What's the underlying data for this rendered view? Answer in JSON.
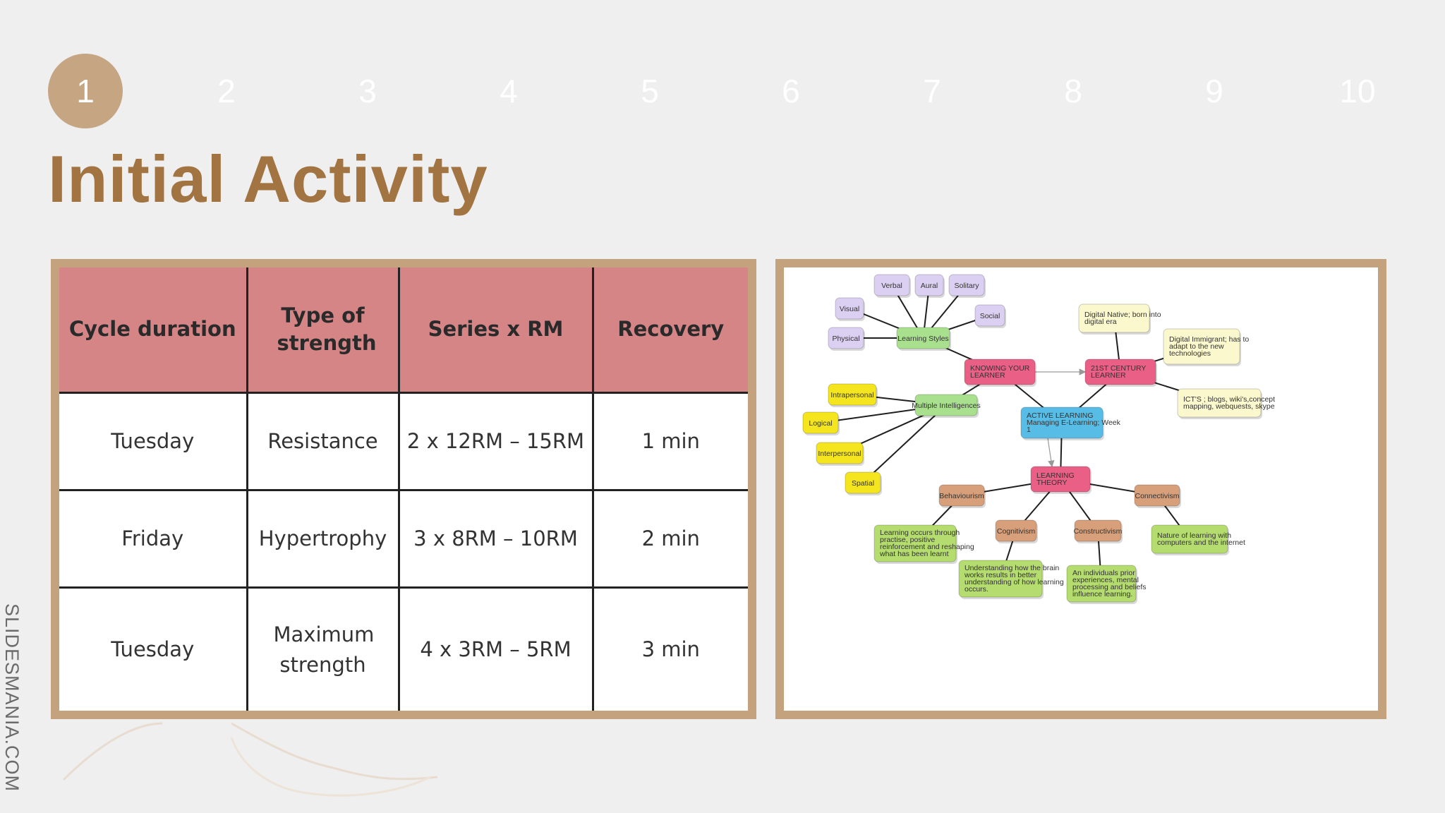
{
  "nav": {
    "items": [
      "1",
      "2",
      "3",
      "4",
      "5",
      "6",
      "7",
      "8",
      "9",
      "10"
    ],
    "active_index": 0
  },
  "title": "Initial Activity",
  "table": {
    "headers": [
      "Cycle duration",
      "Type of strength",
      "Series x RM",
      "Recovery"
    ],
    "rows": [
      [
        "Tuesday",
        "Resistance",
        "2 x 12RM – 15RM",
        "1 min"
      ],
      [
        "Friday",
        "Hypertrophy",
        "3 x 8RM – 10RM",
        "2 min"
      ],
      [
        "Tuesday",
        "Maximum strength",
        "4 x 3RM – 5RM",
        "3 min"
      ]
    ]
  },
  "mindmap": {
    "nodes": {
      "verbal": "Verbal",
      "aural": "Aural",
      "solitary": "Solitary",
      "visual": "Visual",
      "social": "Social",
      "physical": "Physical",
      "learning_styles": "Learning Styles",
      "knowing_your_learner": [
        "KNOWING YOUR",
        "LEARNER"
      ],
      "century_learner": [
        "21ST CENTURY",
        "LEARNER"
      ],
      "digital_native": [
        "Digital Native; born into",
        "digital era"
      ],
      "digital_immigrant": [
        "Digital Immigrant; has to",
        "adapt to the new",
        "technologies"
      ],
      "intrapersonal": "Intrapersonal",
      "multiple_intelligences": "Multiple Intelligences",
      "logical": "Logical",
      "interpersonal": "Interpersonal",
      "spatial": "Spatial",
      "active_learning": [
        "ACTIVE LEARNING",
        "Managing E-Learning; Week",
        "1"
      ],
      "icts": [
        "ICT'S ; blogs, wiki's,concept",
        "mapping, webquests, skype"
      ],
      "learning_theory": [
        "LEARNING",
        "THEORY"
      ],
      "behaviourism": "Behaviourism",
      "connectivism": "Connectivism",
      "cognitivism": "Cognitivism",
      "constructivism": "Constructivism",
      "behaviour_note": [
        "Learning occurs through",
        "practise, positive",
        "reinforcement and reshaping",
        "what has been learnt"
      ],
      "nature_note": [
        "Nature of learning with",
        "computers and the internet"
      ],
      "brain_note": [
        "Understanding how the brain",
        "works results in better",
        "understanding of how learning",
        "occurs."
      ],
      "individual_note": [
        "An individuals prior",
        "experiences, mental",
        "processing and beliefs",
        "influence learning."
      ]
    }
  },
  "brand": "SLIDESMANIA.COM",
  "colors": {
    "accent": "#c6a582",
    "title": "#a27441",
    "table_header": "#d68587"
  }
}
